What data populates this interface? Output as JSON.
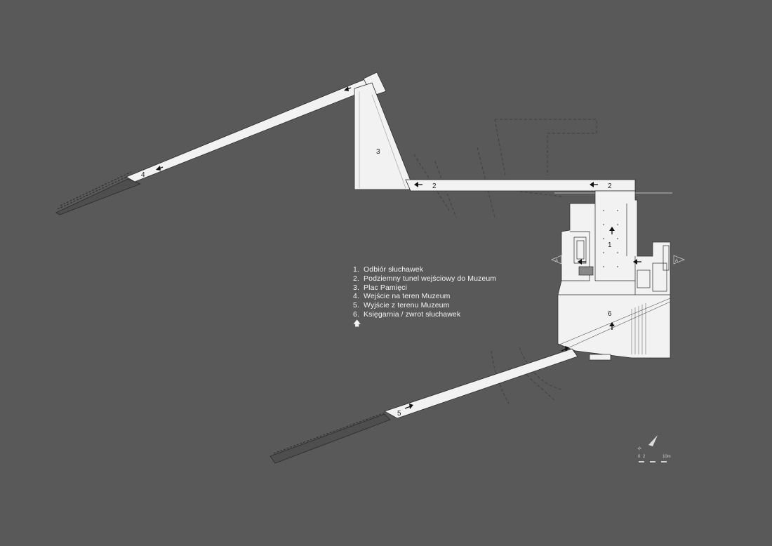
{
  "legend": {
    "items": [
      {
        "num": "1.",
        "text": "Odbiór słuchawek"
      },
      {
        "num": "2.",
        "text": "Podziemny tunel wejściowy do Muzeum"
      },
      {
        "num": "3.",
        "text": "Plac Pamięci"
      },
      {
        "num": "4.",
        "text": "Wejście na teren Muzeum"
      },
      {
        "num": "5.",
        "text": "Wyjście z terenu Muzeum"
      },
      {
        "num": "6.",
        "text": "Księgarnia / zwrot słuchawek"
      }
    ],
    "arrow_symbol": "🡅"
  },
  "plan_labels": {
    "area_1": "1",
    "area_2a": "2",
    "area_2b": "2",
    "area_3": "3",
    "area_4": "4",
    "area_5": "5",
    "area_6": "6",
    "section_left": "A",
    "section_right": "A"
  },
  "scale_bar": {
    "north": "N",
    "start": "0",
    "mid": "2",
    "end": "10m"
  },
  "colors": {
    "background": "#595959",
    "plan_fill": "#f2f2f2",
    "lines": "#2a2a2a"
  }
}
